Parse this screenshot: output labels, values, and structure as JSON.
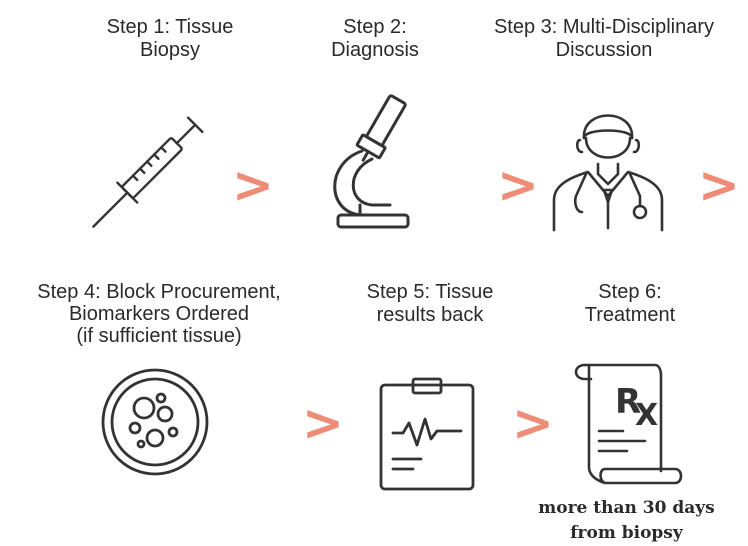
{
  "steps": [
    {
      "label": "Step 1: Tissue\nBiopsy",
      "icon": "syringe-icon"
    },
    {
      "label": "Step 2:\nDiagnosis",
      "icon": "microscope-icon"
    },
    {
      "label": "Step 3: Multi-Disciplinary\nDiscussion",
      "icon": "doctor-icon"
    },
    {
      "label": "Step 4: Block Procurement,\nBiomarkers Ordered\n(if sufficient tissue)",
      "icon": "petri-dish-icon"
    },
    {
      "label": "Step 5: Tissue\nresults back",
      "icon": "clipboard-icon"
    },
    {
      "label": "Step 6:\nTreatment",
      "icon": "prescription-icon"
    }
  ],
  "arrow_symbol": ">",
  "note": "more than 30 days\nfrom biopsy",
  "colors": {
    "accent": "#ee8c78",
    "text": "#2a2a2a",
    "icon_stroke": "#333333"
  }
}
